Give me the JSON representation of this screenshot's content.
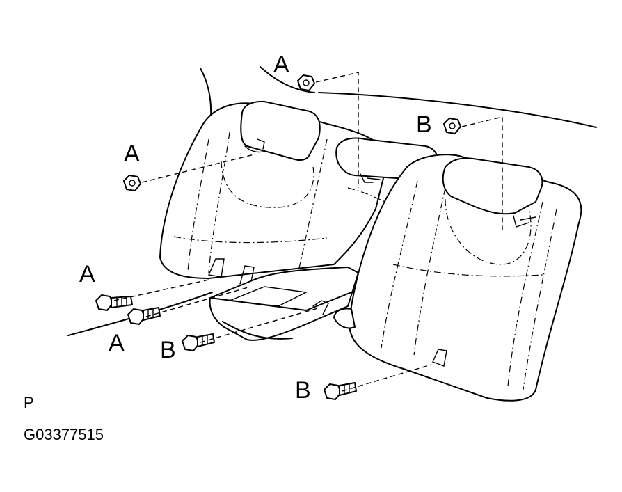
{
  "labels": {
    "a_top": "A",
    "a_left": "A",
    "a_bolt_upper": "A",
    "a_bolt_lower": "A",
    "b_top": "B",
    "b_center": "B",
    "b_bottom": "B"
  },
  "view_marker": "P",
  "figure_code": "G03377515"
}
